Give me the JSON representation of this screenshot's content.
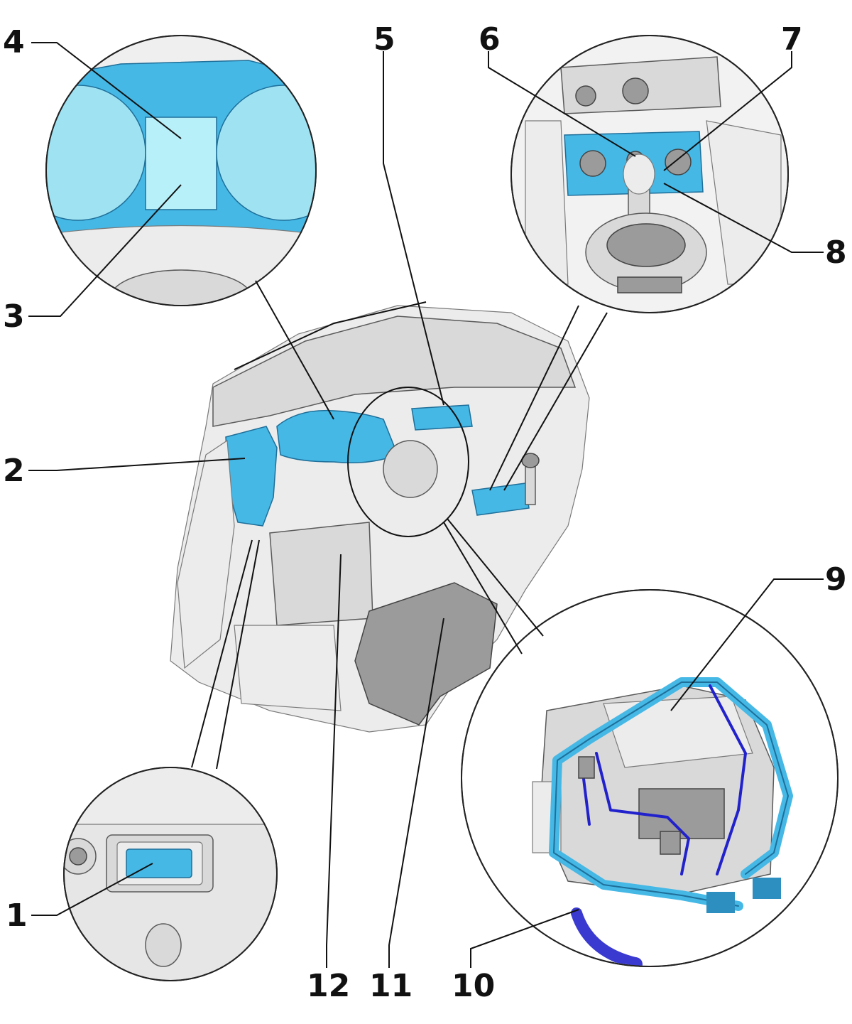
{
  "colors": {
    "highlight": "#45b8e6",
    "highlight_light": "#9fe3f3",
    "wire": "#2222cc",
    "outline": "#111111",
    "background": "#ffffff"
  },
  "callouts": [
    {
      "id": "1",
      "label": "1"
    },
    {
      "id": "2",
      "label": "2"
    },
    {
      "id": "3",
      "label": "3"
    },
    {
      "id": "4",
      "label": "4"
    },
    {
      "id": "5",
      "label": "5"
    },
    {
      "id": "6",
      "label": "6"
    },
    {
      "id": "7",
      "label": "7"
    },
    {
      "id": "8",
      "label": "8"
    },
    {
      "id": "9",
      "label": "9"
    },
    {
      "id": "10",
      "label": "10"
    },
    {
      "id": "11",
      "label": "11"
    },
    {
      "id": "12",
      "label": "12"
    }
  ]
}
